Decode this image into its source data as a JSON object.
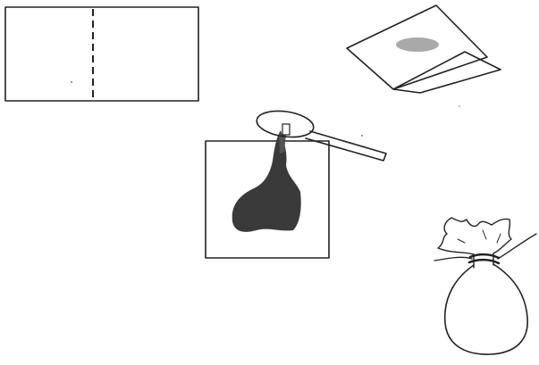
{
  "diagram": {
    "steps": [
      {
        "name": "folded-paper-square"
      },
      {
        "name": "paper-with-spot"
      },
      {
        "name": "spoon-on-square"
      },
      {
        "name": "tied-bag"
      }
    ],
    "colors": {
      "line": "#222222",
      "spot": "#999999",
      "sample": "#3a3a3a",
      "background": "#ffffff"
    }
  }
}
